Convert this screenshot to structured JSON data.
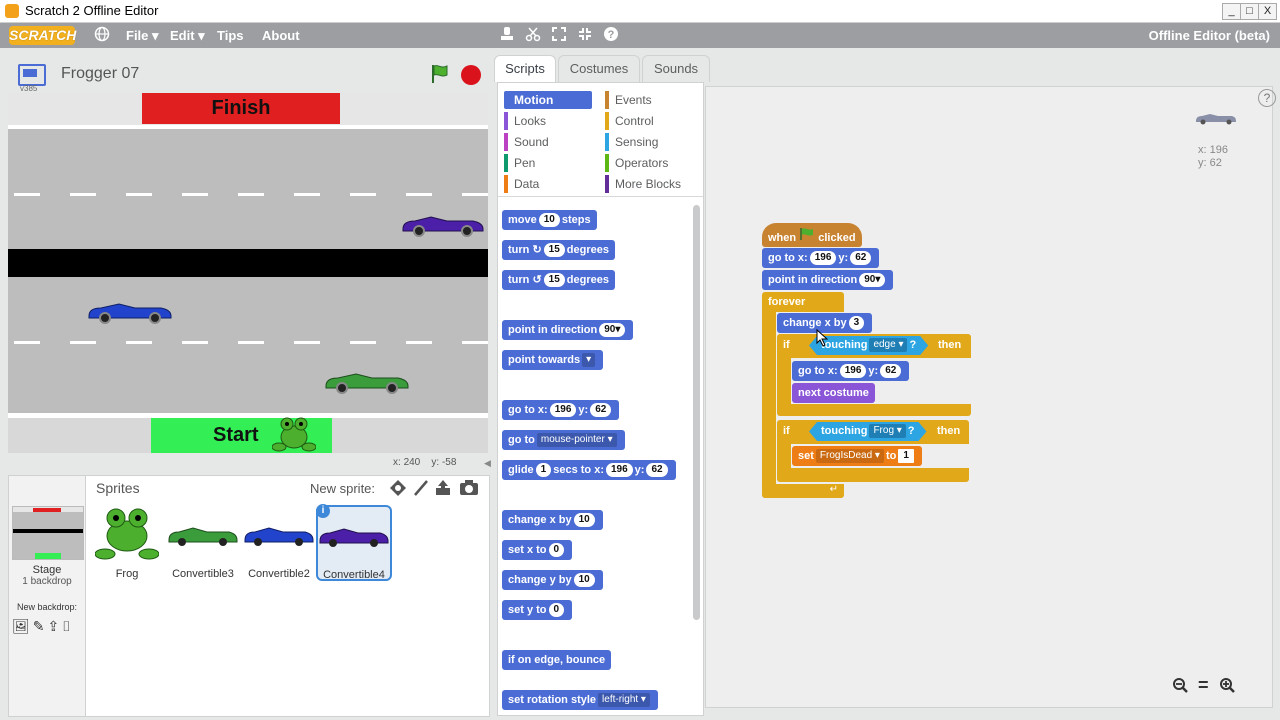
{
  "window": {
    "title": "Scratch 2 Offline Editor",
    "min": "_",
    "max": "□",
    "close": "X"
  },
  "menubar": {
    "logo": "SCRATCH",
    "items": [
      "File ▾",
      "Edit ▾",
      "Tips",
      "About"
    ],
    "right": "Offline Editor (beta)"
  },
  "stage_header": {
    "version": "v385",
    "project_title": "Frogger 07"
  },
  "stage": {
    "finish_label": "Finish",
    "start_label": "Start",
    "colors": {
      "finish": "#e02020",
      "start": "#33ee55",
      "road": "#bdbdbd",
      "median": "#000000"
    }
  },
  "coords": {
    "x_label": "x:",
    "x": "240",
    "y_label": "y:",
    "y": "-58"
  },
  "sprites": {
    "title": "Sprites",
    "new_sprite": "New sprite:",
    "stage_label": "Stage",
    "backdrops": "1 backdrop",
    "new_backdrop": "New backdrop:",
    "items": [
      {
        "name": "Frog",
        "color": "#4caf2d"
      },
      {
        "name": "Convertible3",
        "color": "#3a9c3a"
      },
      {
        "name": "Convertible2",
        "color": "#2244cc"
      },
      {
        "name": "Convertible4",
        "color": "#4b1fa8"
      }
    ],
    "info_badge": "i"
  },
  "tabs": [
    "Scripts",
    "Costumes",
    "Sounds"
  ],
  "categories": {
    "left": [
      "Motion",
      "Looks",
      "Sound",
      "Pen",
      "Data"
    ],
    "right": [
      "Events",
      "Control",
      "Sensing",
      "Operators",
      "More Blocks"
    ],
    "left_colors": [
      "#4a6cd4",
      "#8a55d7",
      "#bb42c3",
      "#0e9a6c",
      "#ee7d16"
    ],
    "right_colors": [
      "#c88330",
      "#e1a91a",
      "#2ca5e2",
      "#5cb712",
      "#632d99"
    ]
  },
  "palette_blocks": {
    "move": {
      "a": "move",
      "n": "10",
      "b": "steps"
    },
    "turn_r": {
      "a": "turn",
      "n": "15",
      "b": "degrees"
    },
    "turn_l": {
      "a": "turn",
      "n": "15",
      "b": "degrees"
    },
    "point_dir": {
      "a": "point in direction",
      "n": "90▾"
    },
    "point_towards": {
      "a": "point towards",
      "d": "▾"
    },
    "goto_xy": {
      "a": "go to x:",
      "x": "196",
      "b": "y:",
      "y": "62"
    },
    "goto": {
      "a": "go to",
      "d": "mouse-pointer ▾"
    },
    "glide": {
      "a": "glide",
      "n": "1",
      "b": "secs to x:",
      "x": "196",
      "c": "y:",
      "y": "62"
    },
    "change_x": {
      "a": "change x by",
      "n": "10"
    },
    "set_x": {
      "a": "set x to",
      "n": "0"
    },
    "change_y": {
      "a": "change y by",
      "n": "10"
    },
    "set_y": {
      "a": "set y to",
      "n": "0"
    },
    "bounce": {
      "a": "if on edge, bounce"
    },
    "rotation": {
      "a": "set rotation style",
      "d": "left-right ▾"
    }
  },
  "script": {
    "hat": {
      "a": "when",
      "b": "clicked"
    },
    "goto": {
      "a": "go to x:",
      "x": "196",
      "b": "y:",
      "y": "62"
    },
    "point": {
      "a": "point in direction",
      "n": "90▾"
    },
    "forever": "forever",
    "change_x": {
      "a": "change x by",
      "n": "3"
    },
    "if1": {
      "if": "if",
      "touching": "touching",
      "d": "edge ▾",
      "q": "?",
      "then": "then"
    },
    "goto2": {
      "a": "go to x:",
      "x": "196",
      "b": "y:",
      "y": "62"
    },
    "next_costume": "next costume",
    "if2": {
      "if": "if",
      "touching": "touching",
      "d": "Frog ▾",
      "q": "?",
      "then": "then"
    },
    "set_var": {
      "a": "set",
      "d": "FrogIsDead ▾",
      "b": "to",
      "n": "1"
    }
  },
  "sprite_info": {
    "x_label": "x:",
    "x": "196",
    "y_label": "y:",
    "y": "62"
  },
  "zoom": {
    "out": "−",
    "reset": "=",
    "in": "+"
  },
  "help": "?"
}
